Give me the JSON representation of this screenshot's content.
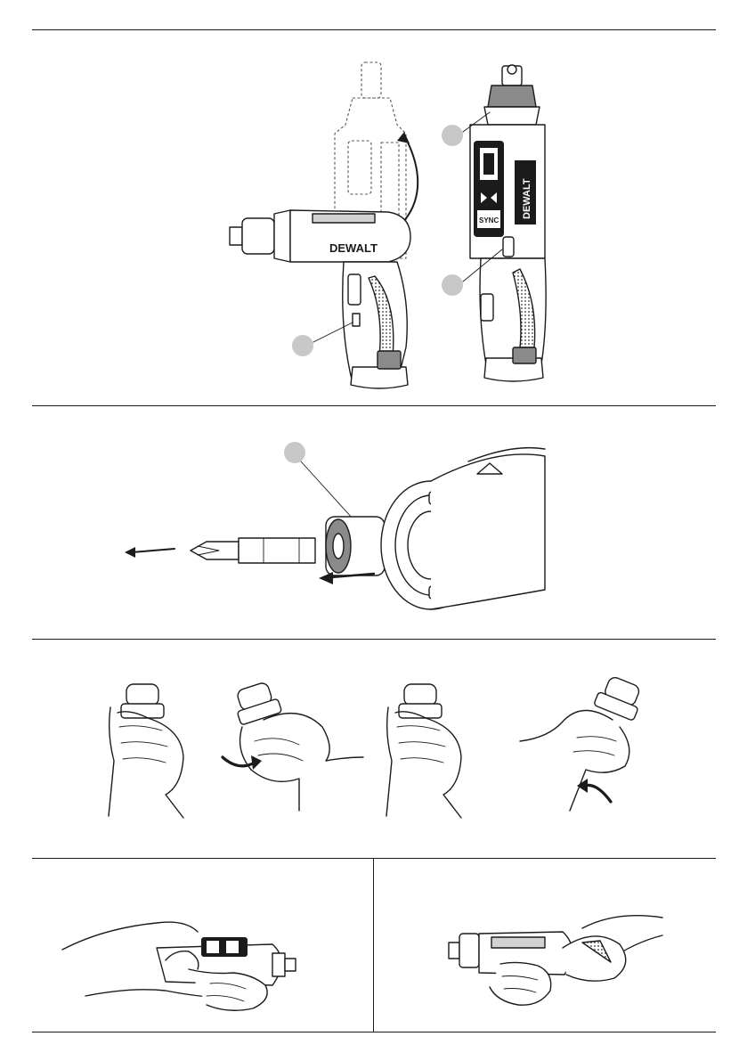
{
  "figures": {
    "fig_a": {
      "brand_label_left": "DEWALT",
      "brand_label_right": "DEWALT",
      "display_badge": "SYNC"
    }
  },
  "colors": {
    "line": "#1b1b1b",
    "callout_fill": "#c8c8c8",
    "rule": "#1a1a1a"
  },
  "icons": [
    "rotation-arrow-icon",
    "pull-arrow-icon",
    "twist-arrow-icon"
  ]
}
